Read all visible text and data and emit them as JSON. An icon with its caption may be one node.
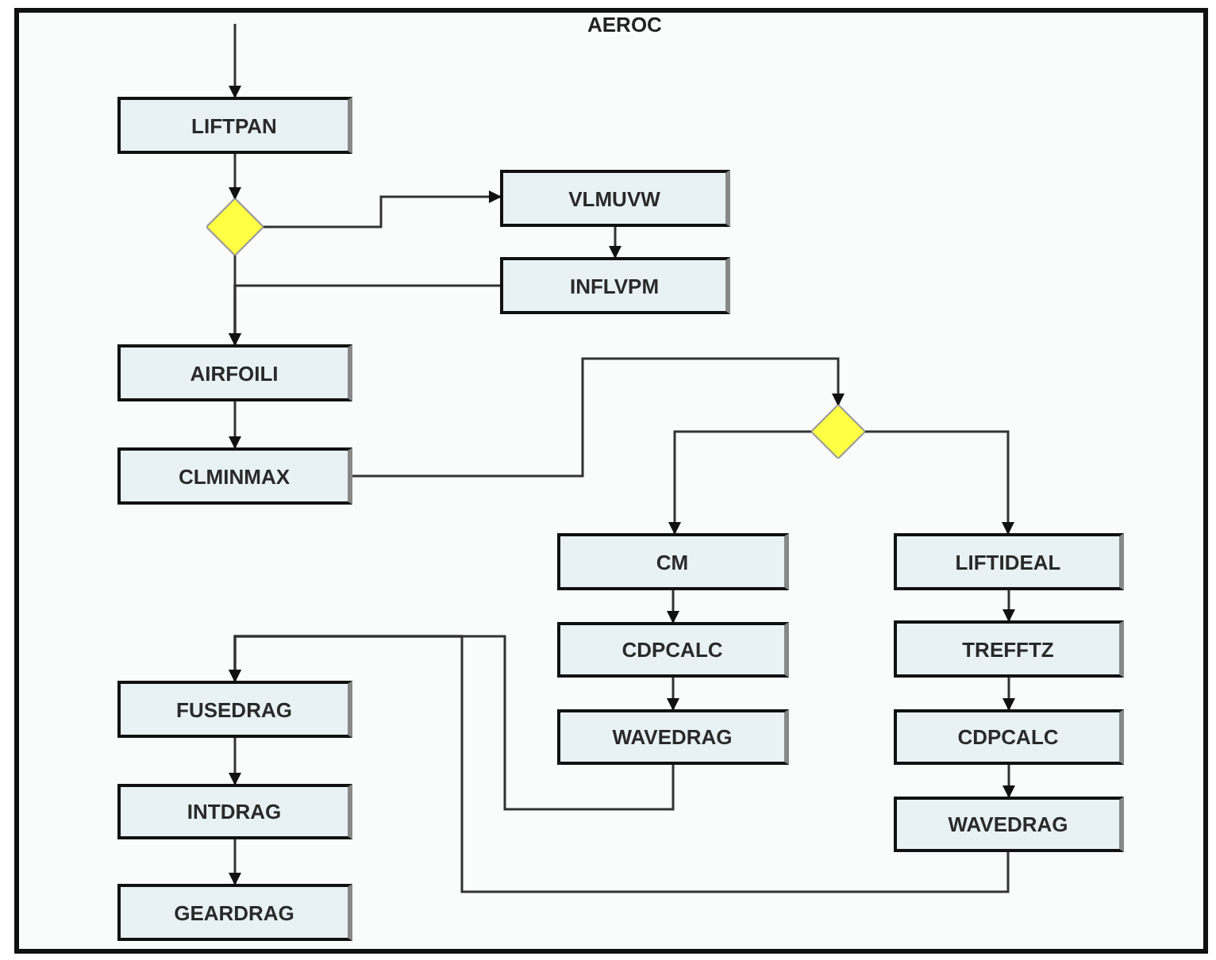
{
  "diagram": {
    "title": "AEROC",
    "nodes": [
      {
        "text": [
          "LIFTPAN"
        ]
      },
      {
        "text": [],
        "shape": "diamond"
      },
      {
        "text": [
          "VLMUVW"
        ]
      },
      {
        "text": [
          "INFLVPM"
        ]
      },
      {
        "text": [
          "AIRFOILI"
        ]
      },
      {
        "text": [
          "CLMINMAX"
        ]
      },
      {
        "text": [],
        "shape": "diamond"
      },
      {
        "text": [
          "CM"
        ]
      },
      {
        "text": [
          "LIFTIDEAL"
        ]
      },
      {
        "text": [
          "CDPCALC"
        ]
      },
      {
        "text": [
          "WAVEDRAG"
        ]
      },
      {
        "text": [
          "TREFFTZ"
        ]
      },
      {
        "text": [
          "CDPCALC"
        ]
      },
      {
        "text": [
          "WAVEDRAG"
        ]
      },
      {
        "text": [
          "FUSEDRAG"
        ]
      },
      {
        "text": [
          "INTDRAG"
        ]
      },
      {
        "text": [
          "GEARDRAG"
        ]
      }
    ],
    "edges": [
      {
        "from": null,
        "to": 0,
        "arrow": "to"
      },
      {
        "from": 0,
        "to": 1,
        "arrow": "to"
      },
      {
        "from": 1,
        "to": 2,
        "arrow": "to"
      },
      {
        "from": 2,
        "to": 3,
        "arrow": "to"
      },
      {
        "from": 1,
        "to": 4,
        "arrow": "to"
      },
      {
        "from": 3,
        "to": 4,
        "arrow": "to"
      },
      {
        "from": 4,
        "to": 5,
        "arrow": "to"
      },
      {
        "from": 5,
        "to": 6,
        "arrow": "to"
      },
      {
        "from": 6,
        "to": 7,
        "arrow": "to"
      },
      {
        "from": 6,
        "to": 8,
        "arrow": "to"
      },
      {
        "from": 7,
        "to": 9,
        "arrow": "to"
      },
      {
        "from": 9,
        "to": 10,
        "arrow": "to"
      },
      {
        "from": 8,
        "to": 11,
        "arrow": "to"
      },
      {
        "from": 11,
        "to": 12,
        "arrow": "to"
      },
      {
        "from": 12,
        "to": 13,
        "arrow": "to"
      },
      {
        "from": 10,
        "to": 14,
        "arrow": "to"
      },
      {
        "from": 13,
        "to": 14,
        "arrow": "to"
      },
      {
        "from": 14,
        "to": 15,
        "arrow": "to"
      },
      {
        "from": 15,
        "to": 16,
        "arrow": "to"
      }
    ]
  }
}
